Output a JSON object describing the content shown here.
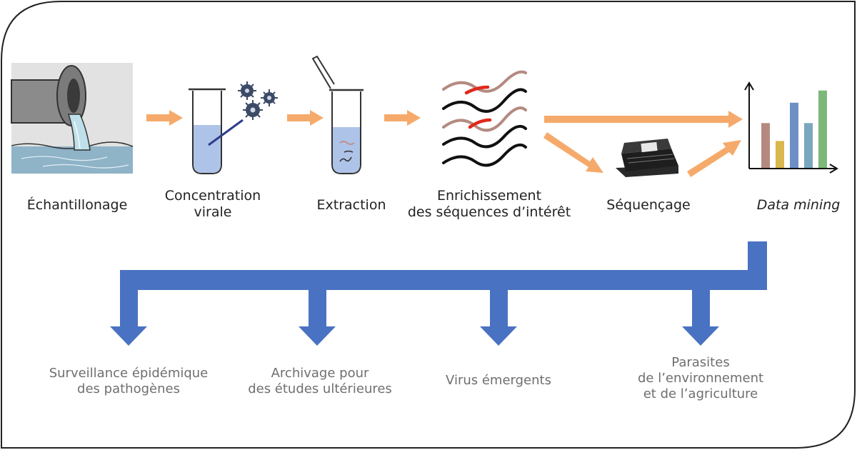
{
  "steps": {
    "echantillonage": "Échantillonage",
    "concentration": [
      "Concentration",
      "virale"
    ],
    "extraction": "Extraction",
    "enrichissement": [
      "Enrichissement",
      "des séquences d’intérêt"
    ],
    "sequencage": "Séquençage",
    "data_mining": "Data mining"
  },
  "outcomes": {
    "surveillance": [
      "Surveillance épidémique",
      "des pathogènes"
    ],
    "archivage": [
      "Archivage pour",
      "des études ultérieures"
    ],
    "virus": "Virus émergents",
    "parasites": [
      "Parasites",
      "de l’environnement",
      "et de l’agriculture"
    ]
  },
  "colors": {
    "orange_arrow": "#f5aa6b",
    "blue_arrow": "#4a72c2",
    "tube_liquid": "#aec3e8",
    "frame_border": "#222222"
  },
  "icons": [
    "pipe-outflow-icon",
    "virus-tube-icon",
    "extraction-tube-icon",
    "dna-strands-icon",
    "sequencer-device-icon",
    "bar-chart-icon"
  ],
  "chart_icon_bars": [
    0.55,
    0.33,
    0.8,
    0.55,
    0.95
  ]
}
